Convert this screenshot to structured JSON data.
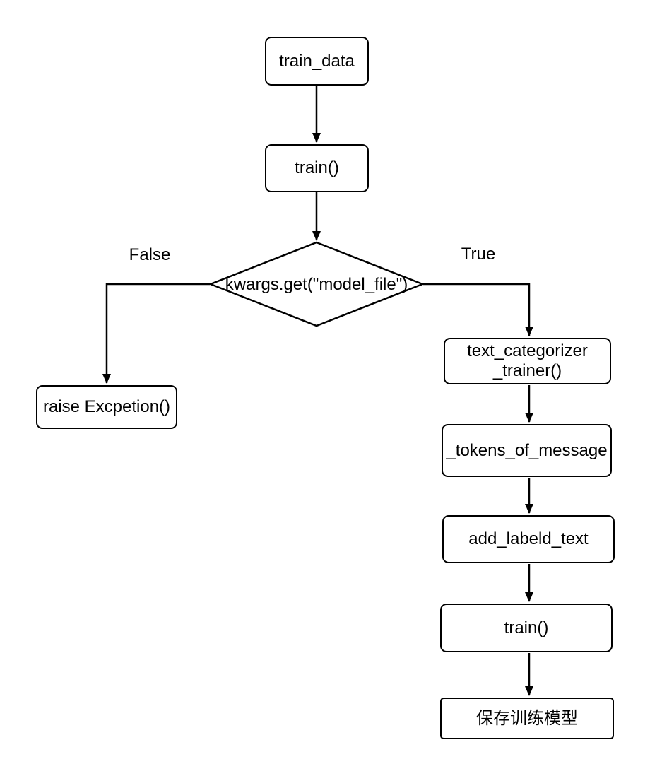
{
  "diagram": {
    "nodes": {
      "train_data": {
        "label": "train_data"
      },
      "train_top": {
        "label": "train()"
      },
      "decision": {
        "label": "kwargs.get(\"model_file\")"
      },
      "raise_exception": {
        "label": "raise Excpetion()"
      },
      "text_categorizer_trainer": {
        "label": "text_categorizer\n_trainer()"
      },
      "tokens_of_message": {
        "label": "_tokens_of_message"
      },
      "add_labeld_text": {
        "label": "add_labeld_text"
      },
      "train_bottom": {
        "label": "train()"
      },
      "save_model": {
        "label": "保存训练模型"
      }
    },
    "edge_labels": {
      "false_branch": "False",
      "true_branch": "True"
    },
    "colors": {
      "stroke": "#000000",
      "fill": "#ffffff",
      "text": "#000000"
    }
  }
}
